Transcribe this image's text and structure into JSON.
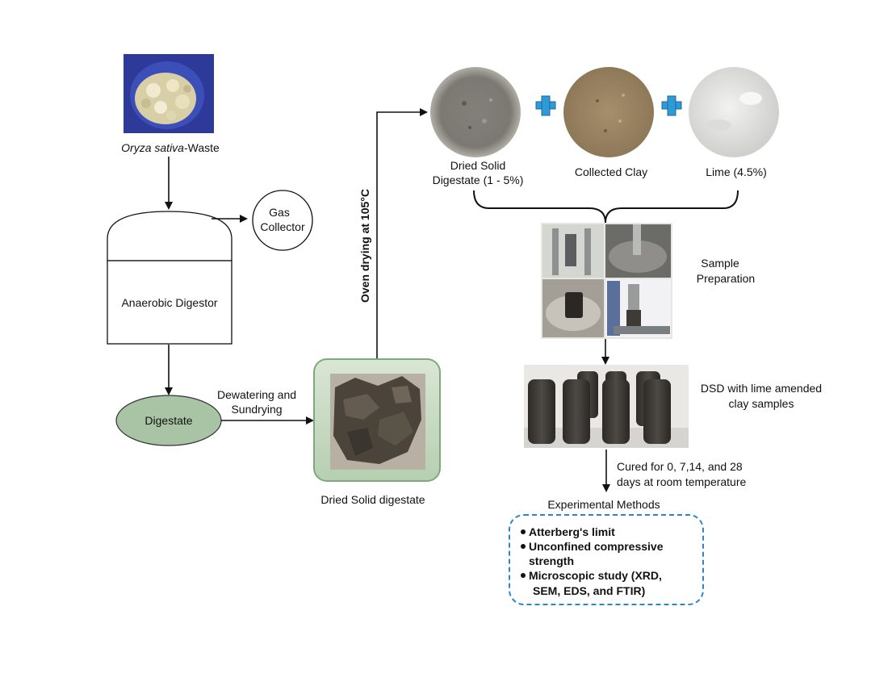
{
  "labels": {
    "waste_species": "Oryza sativa",
    "waste_suffix": "-Waste",
    "gas_collector_1": "Gas",
    "gas_collector_2": "Collector",
    "anaerobic_digestor": "Anaerobic Digestor",
    "digestate": "Digestate",
    "dewatering_1": "Dewatering and",
    "dewatering_2": "Sundrying",
    "dried_solid_digestate": "Dried Solid digestate",
    "oven_drying": "Oven drying at 105°C",
    "dsd_1": "Dried Solid",
    "dsd_2": "Digestate (1 - 5%)",
    "collected_clay": "Collected Clay",
    "lime": "Lime (4.5%)",
    "sample_prep_1": "Sample",
    "sample_prep_2": "Preparation",
    "dsd_samples_1": "DSD with lime amended",
    "dsd_samples_2": "clay samples",
    "cured_1": "Cured for 0, 7,14, and 28",
    "cured_2": "days at room temperature"
  },
  "methods": {
    "title": "Experimental Methods",
    "items": [
      "Atterberg's limit",
      "Unconfined compressive",
      "strength",
      "Microscopic study (XRD,",
      "SEM, EDS, and FTIR)"
    ]
  },
  "colors": {
    "digestate_fill": "#a9c4a5",
    "plus_fill": "#2e9bd6",
    "methods_border": "#2e86c9",
    "frame_green": "#7fa97b"
  }
}
